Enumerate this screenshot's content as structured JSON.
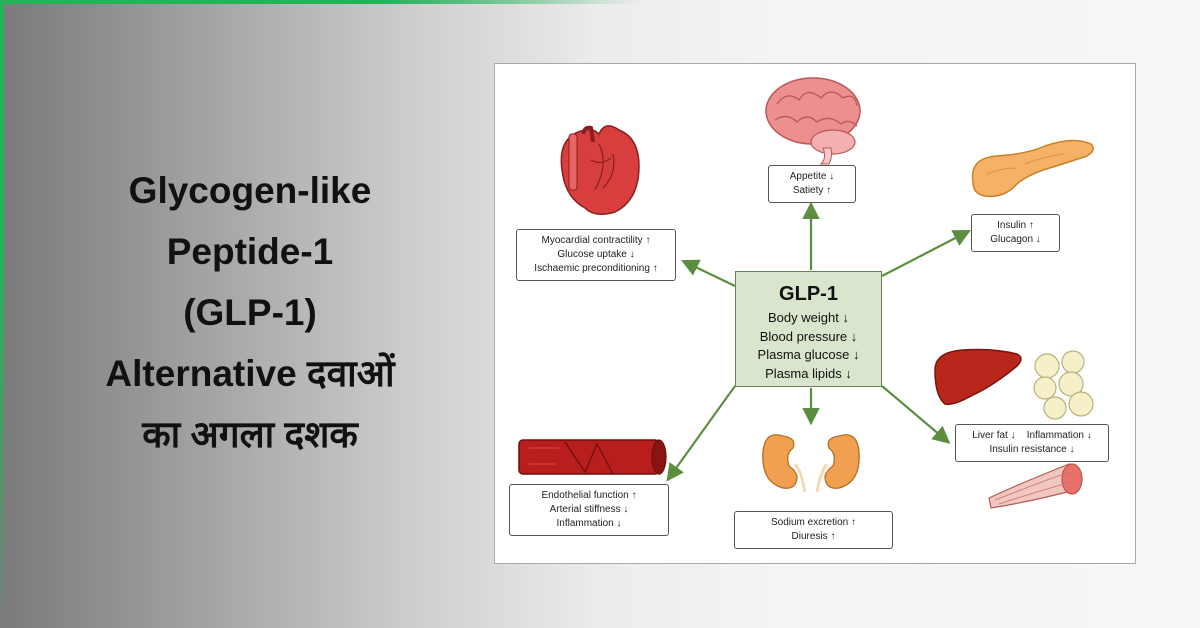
{
  "title_lines": [
    "Glycogen-like",
    "Peptide-1",
    "(GLP-1)",
    "Alternative दवाओं",
    "का अगला दशक"
  ],
  "colors": {
    "accent": "#23b45a",
    "arrow": "#5b8f3f",
    "center_fill": "#d9e5cc"
  },
  "diagram": {
    "center": {
      "title": "GLP-1",
      "effects": [
        {
          "label": "Body weight",
          "arrow": "↓"
        },
        {
          "label": "Blood pressure",
          "arrow": "↓"
        },
        {
          "label": "Plasma glucose",
          "arrow": "↓"
        },
        {
          "label": "Plasma lipids",
          "arrow": "↓"
        }
      ]
    },
    "brain": {
      "icon": "brain-icon",
      "lines": [
        [
          "Appetite",
          "↓"
        ],
        [
          "Satiety",
          "↑"
        ]
      ]
    },
    "pancreas": {
      "icon": "pancreas-icon",
      "lines": [
        [
          "Insulin",
          "↑"
        ],
        [
          "Glucagon",
          "↓"
        ]
      ]
    },
    "heart": {
      "icon": "heart-icon",
      "lines": [
        [
          "Myocardial contractility",
          "↑"
        ],
        [
          "Glucose uptake",
          "↓"
        ],
        [
          "Ischaemic preconditioning",
          "↑"
        ]
      ]
    },
    "liver": {
      "icons": [
        "liver-icon",
        "fat-cells-icon",
        "muscle-icon"
      ],
      "row1": [
        [
          "Liver fat",
          "↓"
        ],
        [
          "Inflammation",
          "↓"
        ]
      ],
      "row2": [
        [
          "Insulin resistance",
          "↓"
        ]
      ]
    },
    "vessel": {
      "icon": "blood-vessel-icon",
      "lines": [
        [
          "Endothelial function",
          "↑"
        ],
        [
          "Arterial stiffness",
          "↓"
        ],
        [
          "Inflammation",
          "↓"
        ]
      ]
    },
    "kidney": {
      "icon": "kidneys-icon",
      "lines": [
        [
          "Sodium excretion",
          "↑"
        ],
        [
          "Diuresis",
          "↑"
        ]
      ]
    }
  }
}
